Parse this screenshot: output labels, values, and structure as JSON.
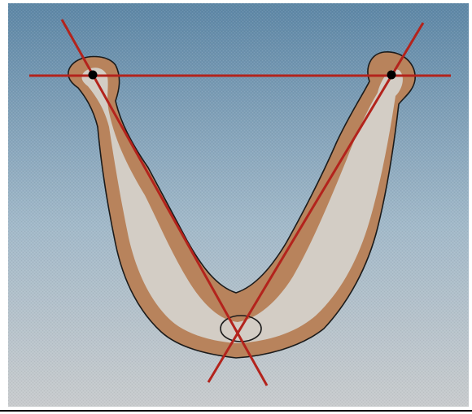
{
  "figure": {
    "subject": "mandible-outline-superior-view",
    "colors": {
      "background_top": "#5e87a6",
      "background_mid": "#a2b9c9",
      "background_bottom": "#c8cbcd",
      "bone_fill": "#d3cdc5",
      "bone_edge": "#b8835c",
      "bone_outline": "#1b1b1b",
      "lines": "#b3231c",
      "landmarks": "#000000",
      "frame": "#000000"
    },
    "landmarks": [
      {
        "name": "left-condyle-point"
      },
      {
        "name": "right-condyle-point"
      }
    ],
    "lines": [
      {
        "name": "intercondylar-line"
      },
      {
        "name": "left-ramus-line"
      },
      {
        "name": "right-ramus-line"
      }
    ]
  }
}
